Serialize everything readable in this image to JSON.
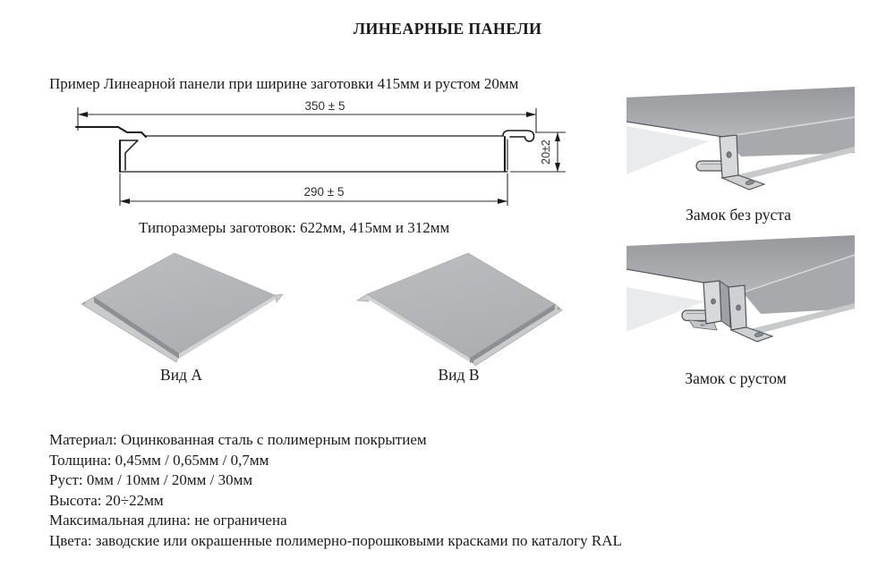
{
  "document": {
    "title": "ЛИНЕАРНЫЕ ПАНЕЛИ",
    "subtitle": "Пример Линеарной панели при ширине заготовки 415мм и рустом 20мм",
    "sizes_note": "Типоразмеры заготовок: 622мм, 415мм и 312мм"
  },
  "drawing": {
    "dim_width_top": "350 ± 5",
    "dim_width_bottom": "290 ± 5",
    "dim_height": "20±2"
  },
  "views": {
    "view_a_label": "Вид A",
    "view_b_label": "Вид B"
  },
  "locks": {
    "without_rust_label": "Замок без руста",
    "with_rust_label": "Замок с рустом"
  },
  "specs": [
    "Материал: Оцинкованная сталь с полимерным покрытием",
    "Толщина: 0,45мм / 0,65мм / 0,7мм",
    "Руст: 0мм / 10мм / 20мм / 30мм",
    "Высота: 20÷22мм",
    "Максимальная длина: не ограничена",
    "Цвета: заводские или окрашенные полимерно-порошковыми красками по каталогу RAL"
  ],
  "colors": {
    "ink": "#1a1a1a",
    "panel_top_gray": "#b4b5b8",
    "panel_edge_dark": "#8e8f93",
    "flange_light": "#d6d7d9",
    "render_sheet_gray": "#a8a9ad",
    "background": "#ffffff"
  }
}
